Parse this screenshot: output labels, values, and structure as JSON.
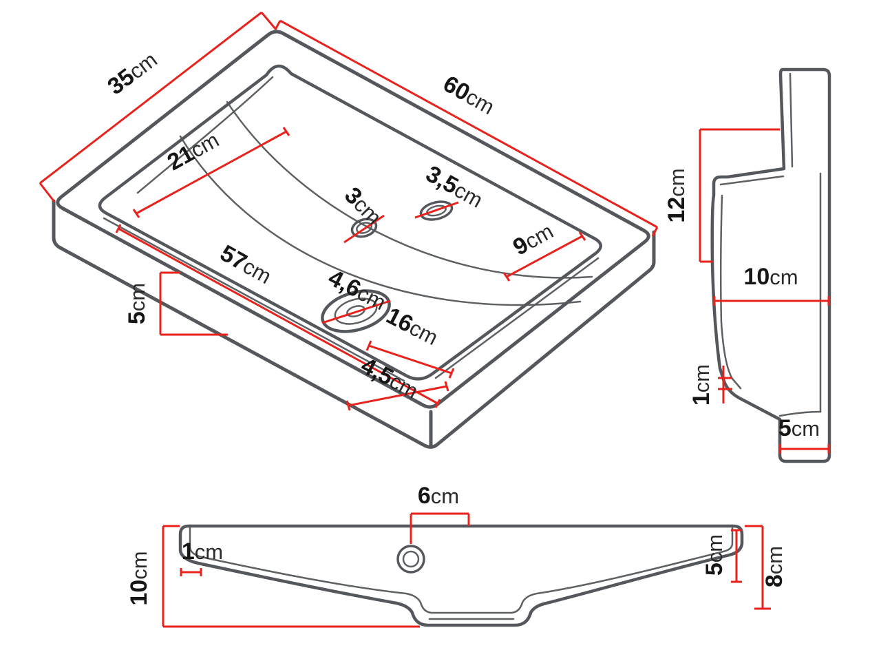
{
  "colors": {
    "outline": "#54585c",
    "dimension": "#e8221c",
    "label": "#161616",
    "background": "#ffffff"
  },
  "views": {
    "isometric": {
      "dims": {
        "depth": {
          "value": "35",
          "unit": "cm"
        },
        "width": {
          "value": "60",
          "unit": "cm"
        },
        "basin_left": {
          "value": "21",
          "unit": "cm"
        },
        "faucet_hole": {
          "value": "3",
          "unit": "cm"
        },
        "overflow_hole": {
          "value": "3,5",
          "unit": "cm"
        },
        "deck_right": {
          "value": "9",
          "unit": "cm"
        },
        "edge_height": {
          "value": "5",
          "unit": "cm"
        },
        "basin_length": {
          "value": "57",
          "unit": "cm"
        },
        "drain_hole": {
          "value": "4,6",
          "unit": "cm"
        },
        "drain_offset": {
          "value": "16",
          "unit": "cm"
        },
        "deck_front": {
          "value": "4,5",
          "unit": "cm"
        }
      }
    },
    "side": {
      "dims": {
        "back_height": {
          "value": "12",
          "unit": "cm"
        },
        "depth_mid": {
          "value": "10",
          "unit": "cm"
        },
        "step": {
          "value": "1",
          "unit": "cm"
        },
        "bottom_depth": {
          "value": "5",
          "unit": "cm"
        }
      }
    },
    "front": {
      "dims": {
        "hole_offset": {
          "value": "6",
          "unit": "cm"
        },
        "rim_thickness": {
          "value": "1",
          "unit": "cm"
        },
        "height_left": {
          "value": "10",
          "unit": "cm"
        },
        "wall_right": {
          "value": "5",
          "unit": "cm"
        },
        "height_right": {
          "value": "8",
          "unit": "cm"
        }
      }
    }
  }
}
